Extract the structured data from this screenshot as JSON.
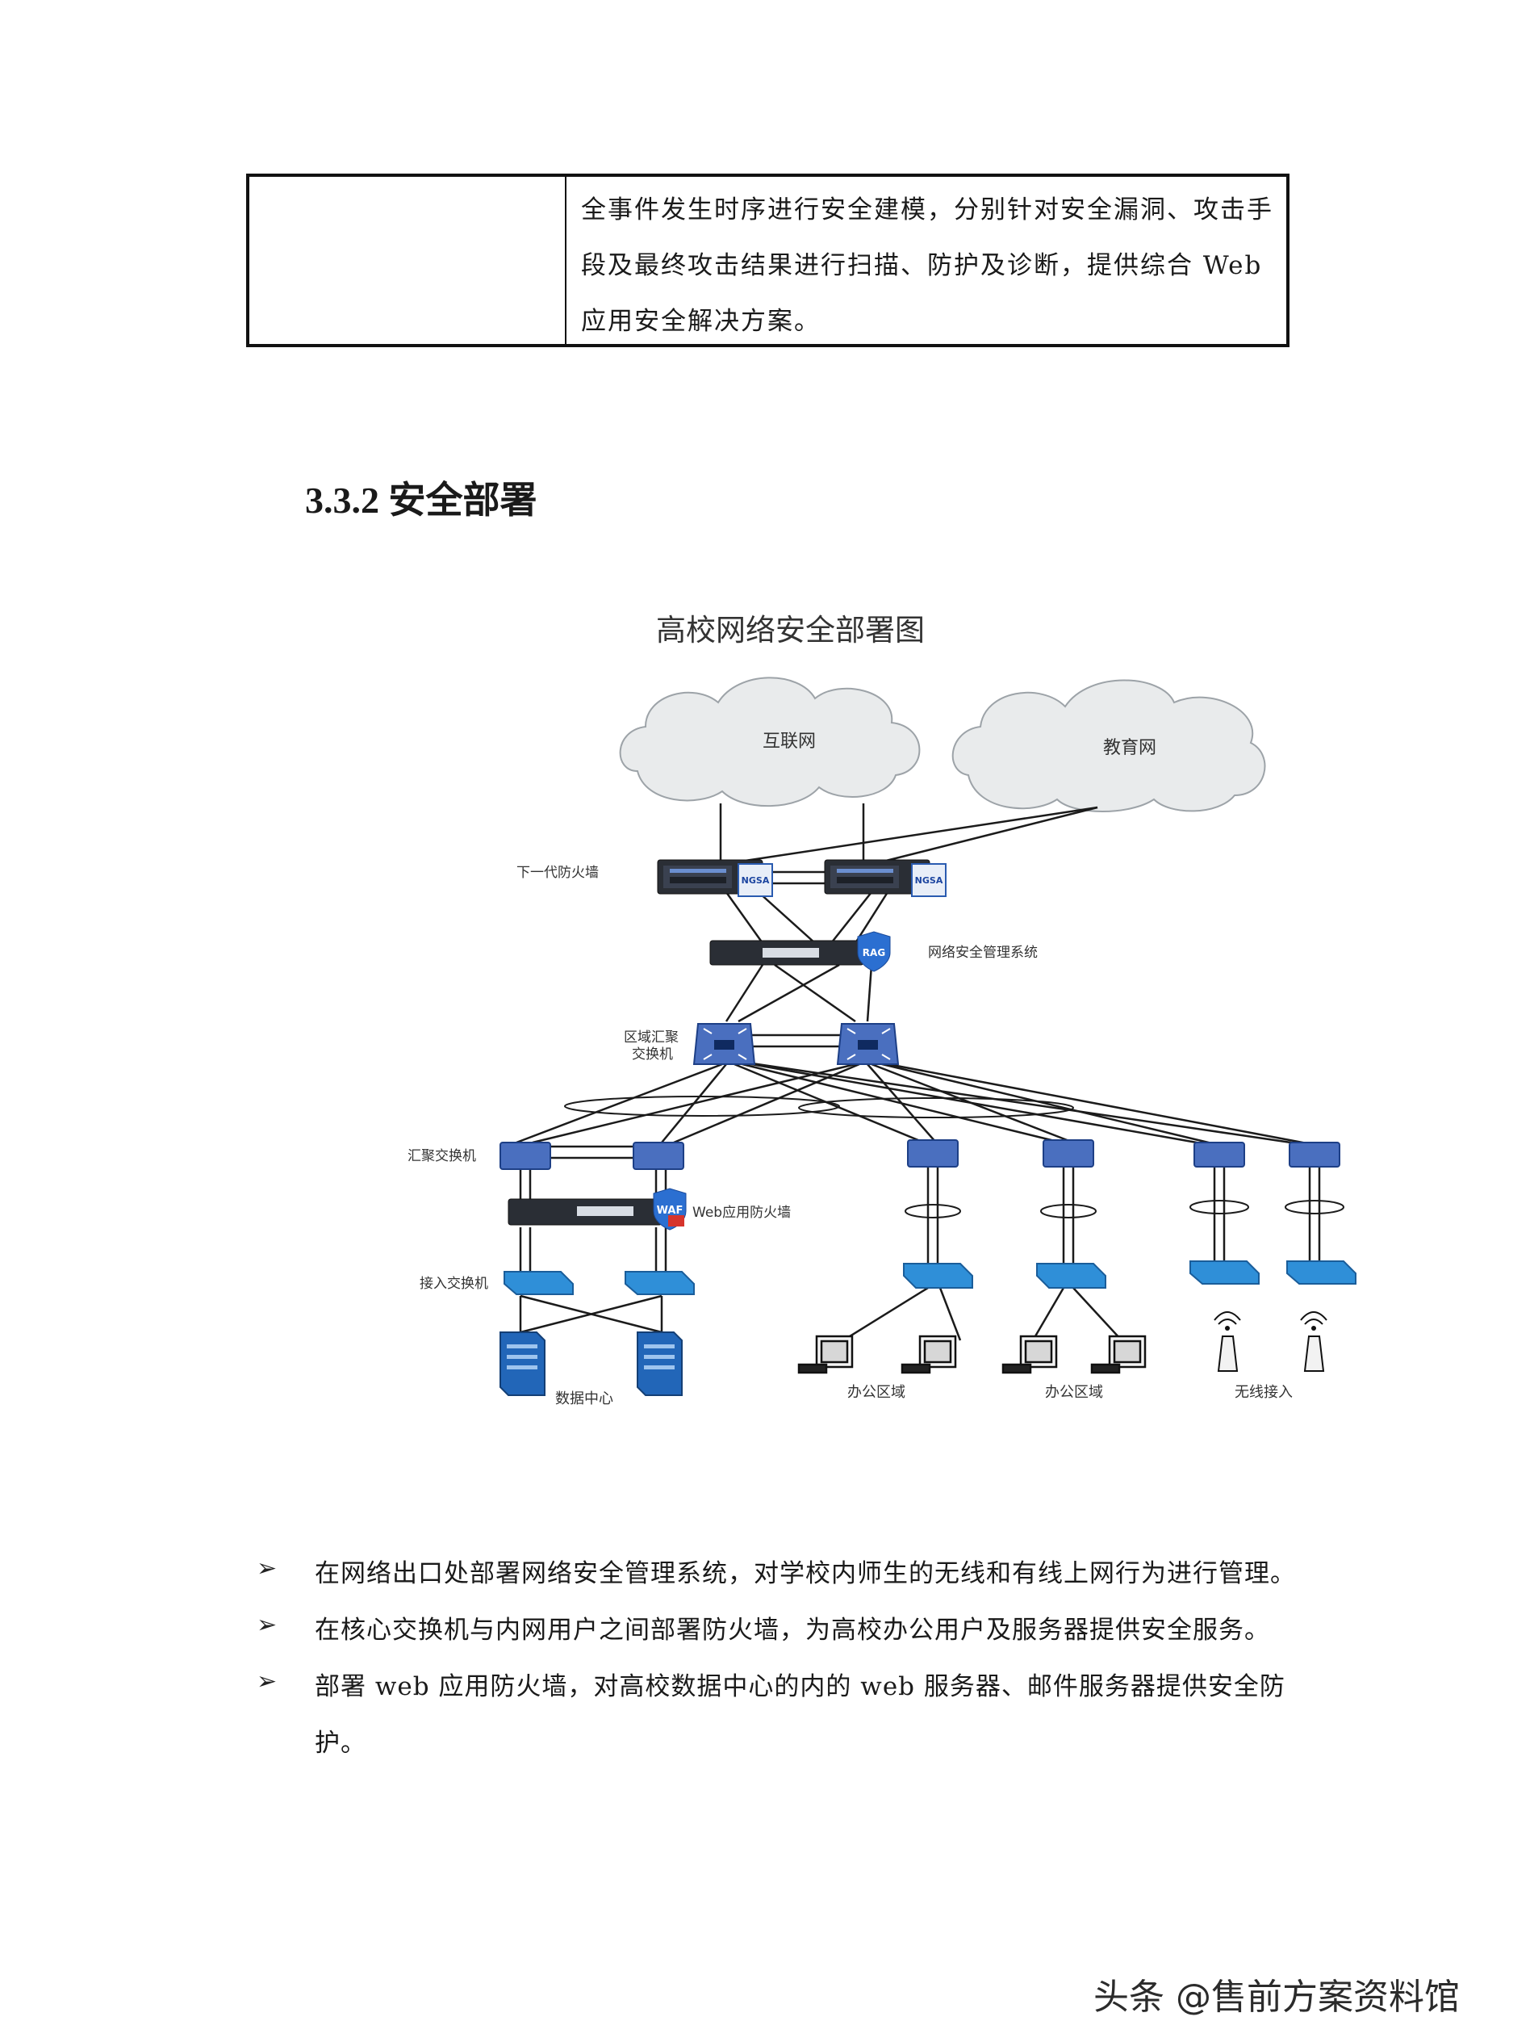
{
  "table": {
    "right_lines": [
      "全事件发生时序进行安全建模，分别针对安全漏洞、攻击手",
      "段及最终攻击结果进行扫描、防护及诊断，提供综合 Web",
      "应用安全解决方案。"
    ]
  },
  "section": {
    "heading": "3.3.2 安全部署"
  },
  "diagram": {
    "title": "高校网络安全部署图",
    "clouds": {
      "internet": "互联网",
      "edu": "教育网"
    },
    "device_labels": {
      "ngfw": "下一代防火墙",
      "ngfw_badge": "NGSA",
      "rag": "网络安全管理系统",
      "rag_badge": "RAG",
      "core_line1": "区域汇聚",
      "core_line2": "交换机",
      "agg": "汇聚交换机",
      "waf": "Web应用防火墙",
      "waf_badge": "WAF",
      "access": "接入交换机",
      "datacenter": "数据中心",
      "office1": "办公区域",
      "office2": "办公区域",
      "wireless": "无线接入"
    }
  },
  "bullets": {
    "marker": "➢",
    "items": [
      {
        "lines": [
          "在网络出口处部署网络安全管理系统，对学校内师生的无线和有线上网行为进行管理。"
        ]
      },
      {
        "lines": [
          "在核心交换机与内网用户之间部署防火墙，为高校办公用户及服务器提供安全服务。"
        ]
      },
      {
        "lines": [
          "部署 web 应用防火墙，对高校数据中心的内的 web 服务器、邮件服务器提供安全防",
          "护。"
        ]
      }
    ]
  },
  "watermark": "头条 @售前方案资料馆",
  "colors": {
    "switch_blue": "#4a6fbf",
    "access_blue": "#2f8fd8",
    "cloud_fill": "#e9ebec",
    "device_dark": "#2a2e35"
  }
}
